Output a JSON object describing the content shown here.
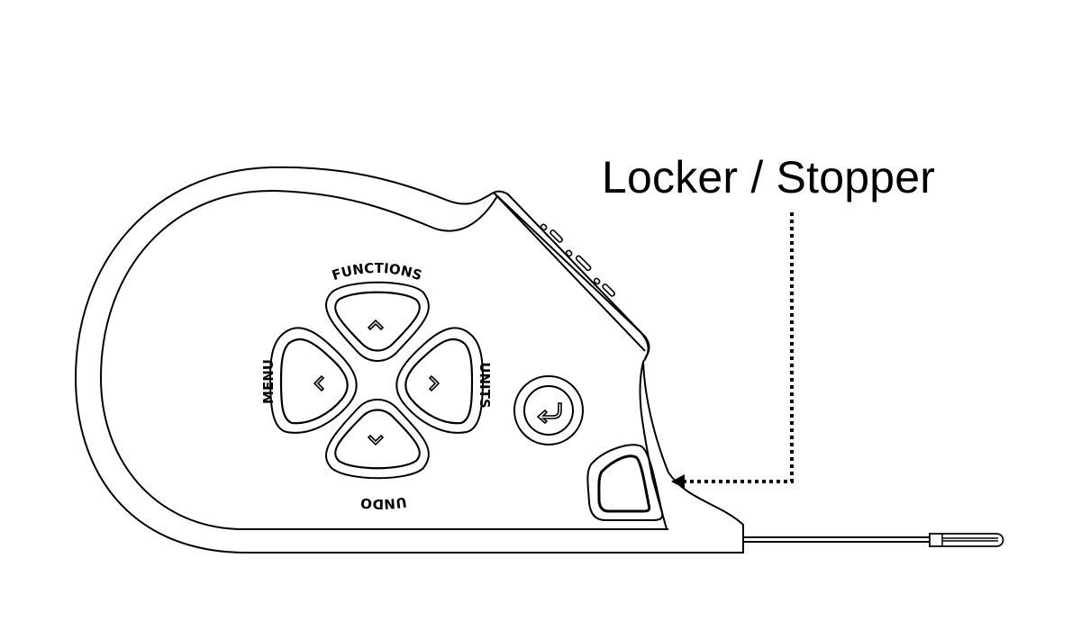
{
  "diagram": {
    "subject": "Digital tape measure (side view line drawing)",
    "callout": {
      "label": "Locker / Stopper",
      "target": "locker-stopper-button",
      "line_style": "dotted",
      "arrow": "arrowhead pointing left at the locker"
    },
    "dpad": {
      "up": {
        "label": "FUNCTIONS",
        "icon": "chevron-up"
      },
      "left": {
        "label": "MENU",
        "icon": "chevron-left"
      },
      "right": {
        "label": "UNITS",
        "icon": "chevron-right"
      },
      "down": {
        "label": "UNDO",
        "icon": "chevron-down"
      }
    },
    "enter_button": {
      "icon": "return-arrow"
    },
    "colors": {
      "stroke": "#000000",
      "background": "#ffffff"
    }
  }
}
